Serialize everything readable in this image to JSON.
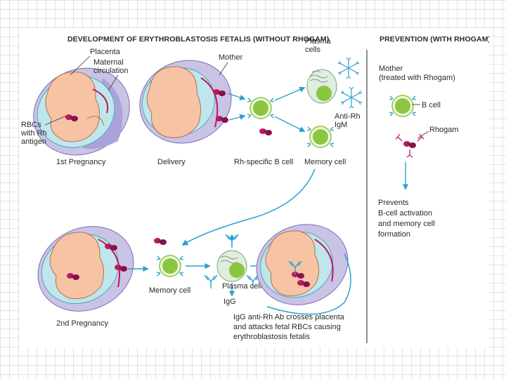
{
  "titles": {
    "left": "DEVELOPMENT OF ERYTHROBLASTOSIS FETALIS (WITHOUT RHOGAM)",
    "right": "PREVENTION (WITH RHOGAM)"
  },
  "labels": {
    "placenta": "Placenta",
    "maternal_1": "Maternal",
    "maternal_2": "circulation",
    "rbc_1": "RBCs",
    "rbc_2": "with Rh",
    "rbc_3": "antigen",
    "first_pregnancy": "1st Pregnancy",
    "mother": "Mother",
    "delivery": "Delivery",
    "plasma_1": "Plasma",
    "plasma_2": "cells",
    "antirh_1": "Anti-Rh",
    "antirh_2": "IgM",
    "rh_bcell": "Rh-specific B cell",
    "memory_cell_top": "Memory cell",
    "mother_treated_1": "Mother",
    "mother_treated_2": "(treated with Rhogam)",
    "b_cell": "B cell",
    "rhogam": "Rhogam",
    "prevents_1": "Prevents",
    "prevents_2": "B-cell activation",
    "prevents_3": "and memory cell",
    "prevents_4": "formation",
    "memory_cell_bottom": "Memory cell",
    "plasma_cells_bottom": "Plasma cells",
    "igg": "IgG",
    "second_pregnancy": "2nd Pregnancy",
    "crosses_1": "IgG anti-Rh Ab crosses placenta",
    "crosses_2": "and attacks fetal RBCs causing",
    "crosses_3": "erythroblastosis fetalis"
  },
  "colors": {
    "arrow": "#2a9fd0",
    "fetus": "#f6c4a4",
    "uterus": "#c9c3e6",
    "amniotic": "#bfe6ec",
    "rbc": "#c2185b",
    "cell": "#8cc63f",
    "rhogam": "#d81b8c"
  }
}
